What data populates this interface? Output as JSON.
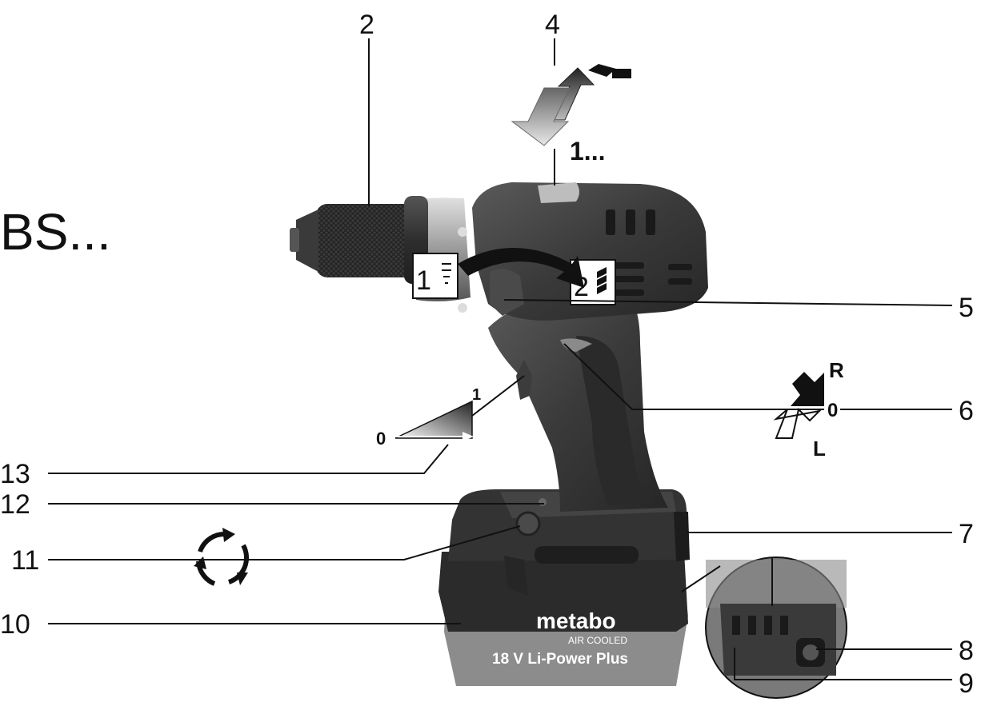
{
  "model": "BS...",
  "callouts": [
    "2",
    "4",
    "5",
    "6",
    "7",
    "8",
    "9",
    "10",
    "11",
    "12",
    "13"
  ],
  "gear_indicator": "1...",
  "gear_first": "1",
  "gear_second": "2",
  "direction_right": "R",
  "direction_left": "L",
  "direction_neutral": "0",
  "trigger_min": "0",
  "trigger_max": "1",
  "battery_brand": "metabo",
  "battery_subtitle": "AIR COOLED",
  "battery_model": "18 V Li-Power Plus",
  "colors": {
    "body": "#3a3a3a",
    "body_dark": "#242424",
    "body_light": "#6b6b6b",
    "chuck": "#4a4a4a",
    "battery_base": "#8a8a8a"
  }
}
